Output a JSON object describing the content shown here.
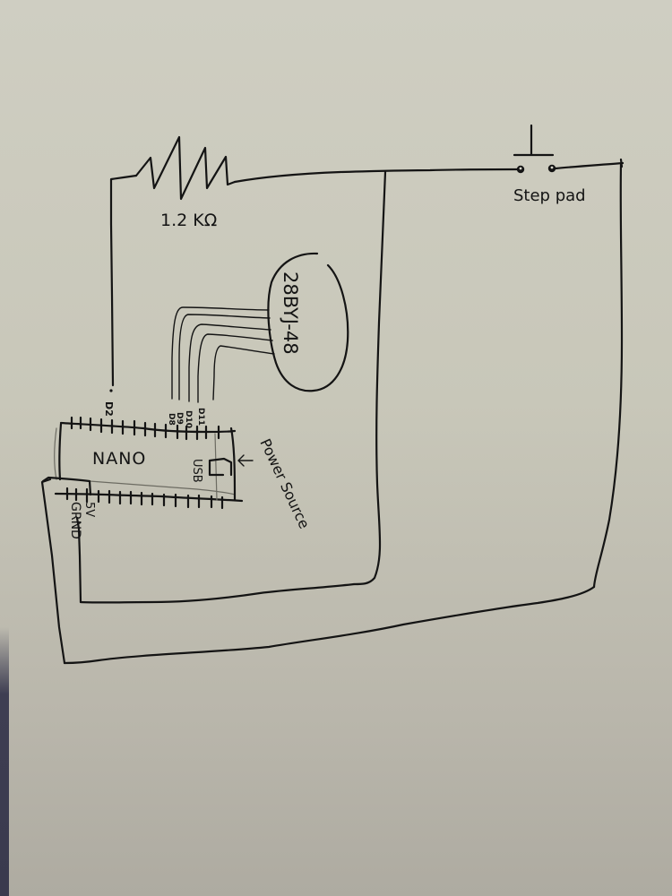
{
  "diagram": {
    "type": "hand-drawn circuit schematic",
    "paper_color": "#c9c8bb",
    "ink_color": "#141414",
    "components": {
      "resistor": {
        "label": "1.2 KΩ"
      },
      "switch": {
        "label": "Step pad"
      },
      "motor": {
        "label": "28BYJ-48",
        "wire_count": 5
      },
      "board": {
        "label": "NANO",
        "usb_label": "USB",
        "power_label": "Power Source"
      }
    },
    "pins": {
      "d2": "D2",
      "d8": "D8",
      "d9": "D9",
      "d10": "D10",
      "d11": "D11",
      "v5": "5V",
      "gnd": "GRND"
    },
    "connections": [
      {
        "from": "D2",
        "to": "resistor 1.2 KΩ"
      },
      {
        "from": "resistor 1.2 KΩ",
        "to": "Step pad"
      },
      {
        "from": "Step pad",
        "to": "5V"
      },
      {
        "from": "resistor/Step pad node",
        "to": "GRND"
      },
      {
        "from": "28BYJ-48",
        "to": "D8, D9, D10, D11"
      }
    ]
  }
}
